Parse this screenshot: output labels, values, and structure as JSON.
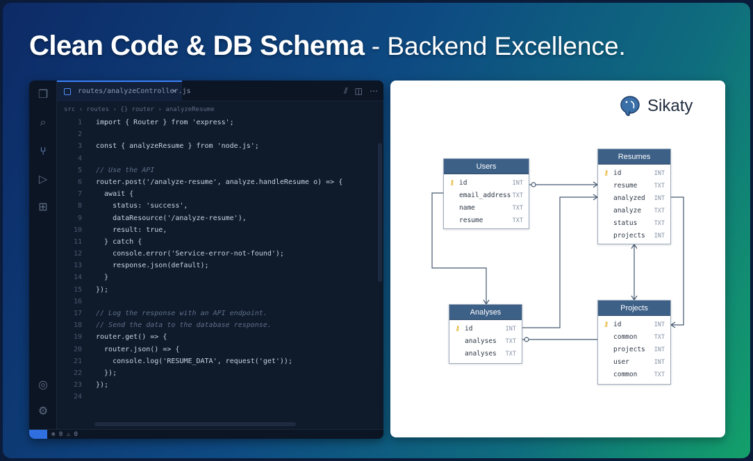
{
  "headline": {
    "bold": "Clean Code & DB Schema",
    "light": " - Backend Excellence."
  },
  "editor": {
    "tab_label": "routes/analyzeController.js",
    "tab_close": "×",
    "breadcrumb": "src › routes › {} router › analyzeResume",
    "status": "⊗ 0 ⚠ 0",
    "icons": [
      "files-icon",
      "search-icon",
      "source-control-icon",
      "run-debug-icon",
      "extensions-icon",
      "account-icon",
      "settings-icon"
    ],
    "lines": [
      {
        "n": "1",
        "t": "import { Router } from 'express';",
        "c": false
      },
      {
        "n": "2",
        "t": "",
        "c": false
      },
      {
        "n": "3",
        "t": "const { analyzeResume } from 'node.js';",
        "c": false
      },
      {
        "n": "4",
        "t": "",
        "c": false
      },
      {
        "n": "5",
        "t": "// Use the API",
        "c": true
      },
      {
        "n": "6",
        "t": "router.post('/analyze-resume', analyze.handleResume o) => {",
        "c": false
      },
      {
        "n": "7",
        "t": "  await {",
        "c": false
      },
      {
        "n": "8",
        "t": "    status: 'success',",
        "c": false
      },
      {
        "n": "9",
        "t": "    dataResource('/analyze-resume'),",
        "c": false
      },
      {
        "n": "10",
        "t": "    result: true,",
        "c": false
      },
      {
        "n": "11",
        "t": "  } catch {",
        "c": false
      },
      {
        "n": "12",
        "t": "    console.error('Service-error-not-found');",
        "c": false
      },
      {
        "n": "13",
        "t": "    response.json(default);",
        "c": false
      },
      {
        "n": "14",
        "t": "  }",
        "c": false
      },
      {
        "n": "15",
        "t": "});",
        "c": false
      },
      {
        "n": "16",
        "t": "",
        "c": false
      },
      {
        "n": "17",
        "t": "// Log the response with an API endpoint.",
        "c": true
      },
      {
        "n": "18",
        "t": "// Send the data to the database response.",
        "c": true
      },
      {
        "n": "19",
        "t": "router.get() => {",
        "c": false
      },
      {
        "n": "20",
        "t": "  router.json() => {",
        "c": false
      },
      {
        "n": "21",
        "t": "    console.log('RESUME_DATA', request('get'));",
        "c": false
      },
      {
        "n": "22",
        "t": "  });",
        "c": false
      },
      {
        "n": "23",
        "t": "});",
        "c": false
      },
      {
        "n": "24",
        "t": "",
        "c": false
      }
    ]
  },
  "brand": {
    "name": "Sikaty"
  },
  "schema": {
    "users": {
      "title": "Users",
      "fields": [
        {
          "key": true,
          "name": "id",
          "type": "INT"
        },
        {
          "key": false,
          "name": "email_address",
          "type": "TXT"
        },
        {
          "key": false,
          "name": "name",
          "type": "TXT"
        },
        {
          "key": false,
          "name": "resume",
          "type": "TXT"
        }
      ]
    },
    "resumes": {
      "title": "Resumes",
      "fields": [
        {
          "key": true,
          "name": "id",
          "type": "INT"
        },
        {
          "key": false,
          "name": "resume",
          "type": "TXT"
        },
        {
          "key": false,
          "name": "analyzed",
          "type": "INT"
        },
        {
          "key": false,
          "name": "analyze",
          "type": "TXT"
        },
        {
          "key": false,
          "name": "status",
          "type": "TXT"
        },
        {
          "key": false,
          "name": "projects",
          "type": "INT"
        }
      ]
    },
    "analyses": {
      "title": "Analyses",
      "fields": [
        {
          "key": true,
          "name": "id",
          "type": "INT"
        },
        {
          "key": false,
          "name": "analyses",
          "type": "TXT"
        },
        {
          "key": false,
          "name": "analyses",
          "type": "TXT"
        }
      ]
    },
    "projects": {
      "title": "Projects",
      "fields": [
        {
          "key": true,
          "name": "id",
          "type": "INT"
        },
        {
          "key": false,
          "name": "common",
          "type": "TXT"
        },
        {
          "key": false,
          "name": "projects",
          "type": "INT"
        },
        {
          "key": false,
          "name": "user",
          "type": "INT"
        },
        {
          "key": false,
          "name": "common",
          "type": "TXT"
        }
      ]
    }
  }
}
